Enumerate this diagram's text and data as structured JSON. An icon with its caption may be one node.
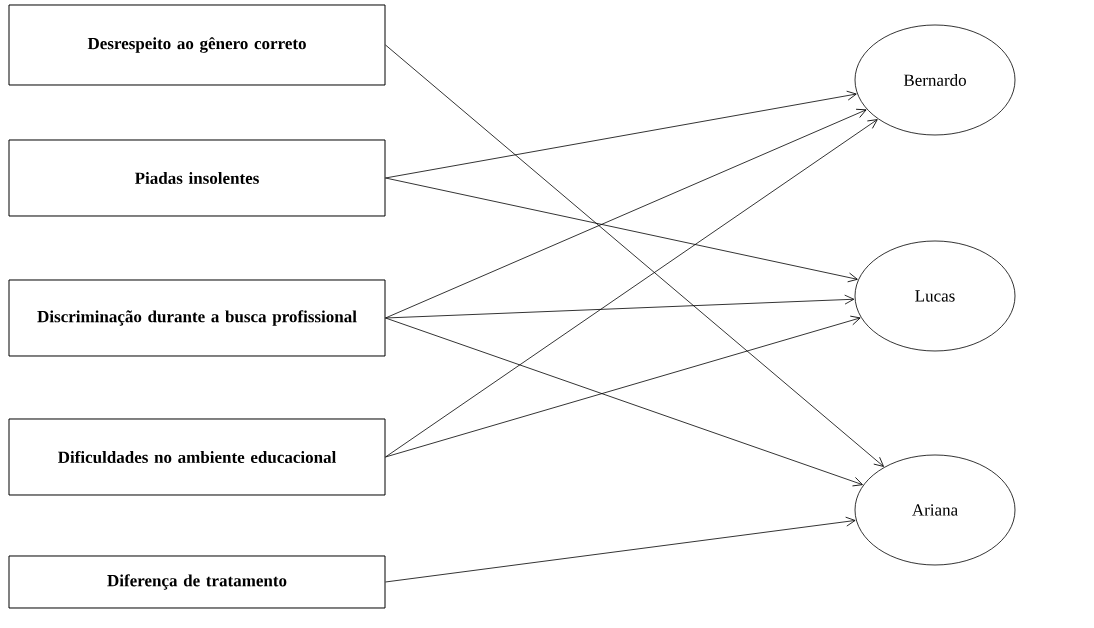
{
  "diagram": {
    "nodes": [
      {
        "text": [
          "Desrespeito ao gênero correto"
        ]
      },
      {
        "text": [
          "Piadas insolentes"
        ]
      },
      {
        "text": [
          "Discriminação durante a busca profissional"
        ]
      },
      {
        "text": [
          "Dificuldades no ambiente educacional"
        ]
      },
      {
        "text": [
          "Diferença de tratamento"
        ]
      },
      {
        "text": [
          "Bernardo"
        ]
      },
      {
        "text": [
          "Lucas"
        ]
      },
      {
        "text": [
          "Ariana"
        ]
      }
    ],
    "edges": [
      {
        "from": 0,
        "to": 7,
        "arrow": "to"
      },
      {
        "from": 1,
        "to": 5,
        "arrow": "to"
      },
      {
        "from": 1,
        "to": 6,
        "arrow": "to"
      },
      {
        "from": 2,
        "to": 5,
        "arrow": "to"
      },
      {
        "from": 2,
        "to": 6,
        "arrow": "to"
      },
      {
        "from": 2,
        "to": 7,
        "arrow": "to"
      },
      {
        "from": 3,
        "to": 5,
        "arrow": "to"
      },
      {
        "from": 3,
        "to": 6,
        "arrow": "to"
      },
      {
        "from": 4,
        "to": 7,
        "arrow": "to"
      }
    ]
  }
}
